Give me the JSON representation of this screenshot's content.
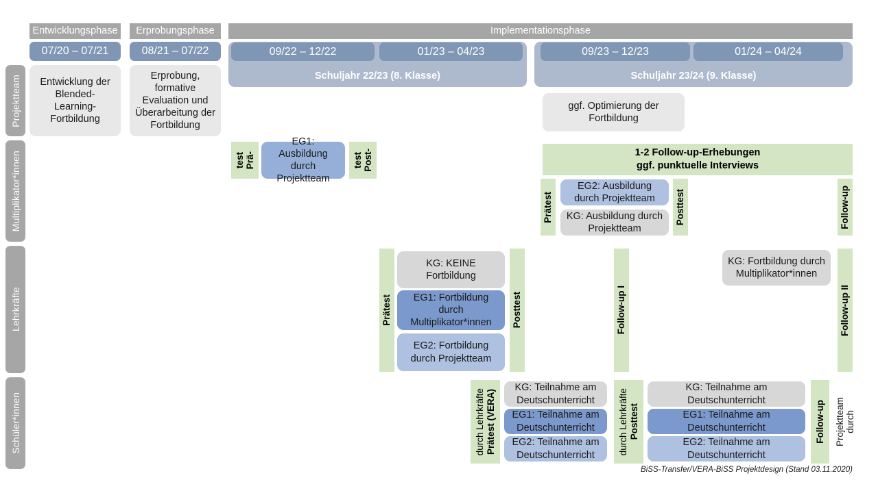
{
  "colors": {
    "phase_header_grey": "#a6a6a6",
    "date_pill_blue": "#7f97b5",
    "school_band_blue": "#adb9cd",
    "card_grey": "#e8e8e8",
    "card_grey_dark": "#d7d7d7",
    "blue_mid": "#95afd8",
    "blue_dark": "#7b99cc",
    "blue_light": "#aec1e0",
    "green": "#d4e5c4",
    "white": "#ffffff"
  },
  "phases": [
    {
      "label": "Entwicklungsphase"
    },
    {
      "label": "Erprobungsphase"
    },
    {
      "label": "Implementationsphase"
    }
  ],
  "periods": [
    {
      "label": "07/20 – 07/21"
    },
    {
      "label": "08/21 – 07/22"
    },
    {
      "label": "09/22 – 12/22"
    },
    {
      "label": "01/23 – 04/23"
    },
    {
      "label": "09/23 – 12/23"
    },
    {
      "label": "01/24 – 04/24"
    }
  ],
  "school_years": [
    {
      "label": "Schuljahr 22/23 (8. Klasse)"
    },
    {
      "label": "Schuljahr 23/24 (9. Klasse)"
    }
  ],
  "rows": [
    {
      "label": "Projektteam"
    },
    {
      "label": "Multiplikator*innen"
    },
    {
      "label": "Lehrkräfte"
    },
    {
      "label": "Schüler*innen"
    }
  ],
  "projektteam": {
    "entwicklung": "Entwicklung der Blended-Learning-Fortbildung",
    "erprobung": "Erprobung, formative Evaluation und Überarbeitung der Fortbildung",
    "optimierung": "ggf. Optimierung der Fortbildung"
  },
  "multiplikatoren": {
    "praetest_1_line1": "Prä-",
    "praetest_1_line2": "test",
    "eg1_ausbildung": "EG1: Ausbildung durch Projektteam",
    "posttest_1_line1": "Post-",
    "posttest_1_line2": "test",
    "followup_banner_line1": "1-2 Follow-up-Erhebungen",
    "followup_banner_line2": "ggf. punktuelle Interviews",
    "praetest_2": "Prätest",
    "eg2_ausbildung": "EG2: Ausbildung durch Projektteam",
    "kg_ausbildung": "KG: Ausbildung durch Projektteam",
    "posttest_2": "Posttest",
    "followup": "Follow-up"
  },
  "lehrkraefte": {
    "praetest": "Prätest",
    "kg_keine": "KG:  KEINE Fortbildung",
    "eg1": "EG1: Fortbildung durch Multiplikator*innen",
    "eg2": "EG2: Fortbildung durch Projektteam",
    "posttest": "Posttest",
    "followup_1": "Follow-up I",
    "kg_fortbildung": "KG: Fortbildung durch Multiplikator*innen",
    "followup_2": "Follow-up II"
  },
  "schueler": {
    "praetest_main": "Prätest (VERA)",
    "praetest_sub": "durch Lehrkräfte",
    "kg_left": "KG: Teilnahme am Deutschunterricht",
    "eg1_left": "EG1: Teilnahme am Deutschunterricht",
    "eg2_left": "EG2: Teilnahme am Deutschunterricht",
    "posttest_main": "Posttest",
    "posttest_sub": "durch Lehrkräfte",
    "kg_right": "KG: Teilnahme am Deutschunterricht",
    "eg1_right": "EG1: Teilnahme am Deutschunterricht",
    "eg2_right": "EG2: Teilnahme am Deutschunterricht",
    "followup_main": "Follow-up",
    "followup_sub1": "durch",
    "followup_sub2": "Projektteam"
  },
  "footer": {
    "text": "BiSS-Transfer/VERA-BiSS Projektdesign (Stand 03.11.2020)"
  }
}
